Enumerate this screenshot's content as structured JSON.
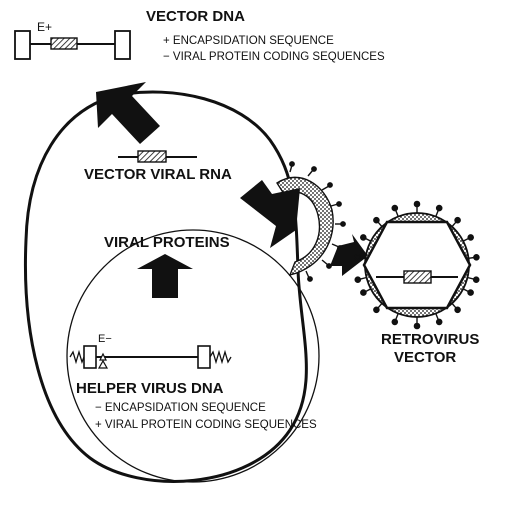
{
  "vector_dna": {
    "title": "VECTOR DNA",
    "element_mark": "E+",
    "bullet_1_sign": "+",
    "bullet_1_text": "ENCAPSIDATION SEQUENCE",
    "bullet_2_sign": "−",
    "bullet_2_text": "VIRAL PROTEIN CODING SEQUENCES"
  },
  "cell": {
    "vector_viral_rna": "VECTOR VIRAL RNA",
    "viral_proteins": "VIRAL PROTEINS"
  },
  "helper_virus": {
    "title": "HELPER VIRUS DNA",
    "element_mark": "E−",
    "bullet_1_sign": "−",
    "bullet_1_text": "ENCAPSIDATION SEQUENCE",
    "bullet_2_sign": "+",
    "bullet_2_text": "VIRAL PROTEIN CODING SEQUENCES"
  },
  "retrovirus": {
    "line1": "RETROVIRUS",
    "line2": "VECTOR"
  },
  "colors": {
    "ink": "#111111",
    "stipple": "#555555"
  },
  "icons": [
    "arrow-icon",
    "hatched-insert-icon",
    "ltr-box-icon",
    "spike-icon",
    "zigzag-icon"
  ]
}
